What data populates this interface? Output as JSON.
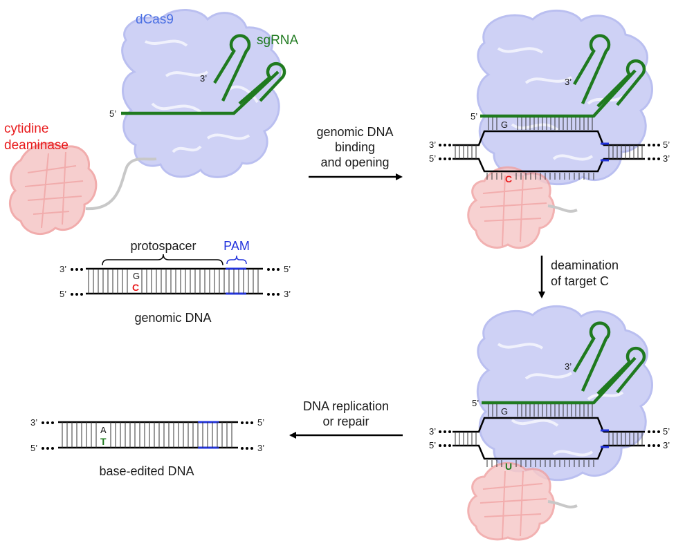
{
  "colors": {
    "protein_fill": "#c9cdf5",
    "protein_stroke": "#b3b9ef",
    "deaminase_fill": "#f6c9c9",
    "deaminase_stroke": "#f0a4a4",
    "rna_green": "#1f7a1f",
    "pam_blue": "#2233dd",
    "dna_black": "#000000",
    "deaminase_text": "#e8191b",
    "dcas9_text": "#4a6fe3",
    "linker_gray": "#c8c8c8",
    "target_c": "#e8191b",
    "edited": "#1f7a1f"
  },
  "labels": {
    "dcas9": "dCas9",
    "sgrna": "sgRNA",
    "deaminase_line1": "cytidine",
    "deaminase_line2": "deaminase",
    "three_prime": "3’",
    "five_prime": "5’",
    "protospacer": "protospacer",
    "pam": "PAM",
    "genomic_dna": "genomic DNA",
    "base_edited_dna": "base-edited DNA"
  },
  "steps": {
    "binding": [
      "genomic DNA",
      "binding",
      "and opening"
    ],
    "deamination": [
      "deamination",
      "of target C"
    ],
    "replication": [
      "DNA replication",
      "or repair"
    ]
  },
  "bases": {
    "g": "G",
    "c": "C",
    "u": "U",
    "a": "A",
    "t": "T"
  },
  "icons": {
    "arrow_right": "arrow-right-icon",
    "arrow_down": "arrow-down-icon",
    "arrow_left": "arrow-left-icon"
  }
}
